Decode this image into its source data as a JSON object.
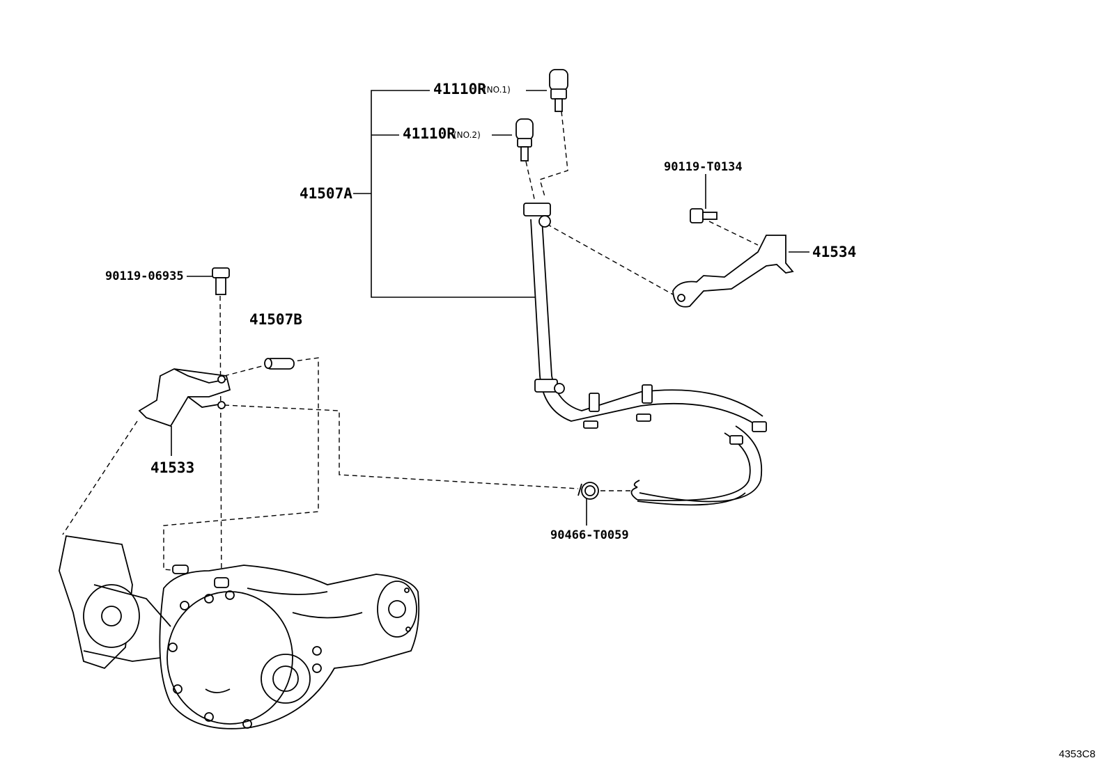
{
  "labels": {
    "p41110r_no1": "41110R",
    "p41110r_no1_note": "(NO.1)",
    "p41110r_no2": "41110R",
    "p41110r_no2_note": "(NO.2)",
    "p41507a": "41507A",
    "p90119_t0134": "90119-T0134",
    "p41534": "41534",
    "p90119_06935": "90119-06935",
    "p41507b": "41507B",
    "p41533": "41533",
    "p90466_t0059": "90466-T0059"
  },
  "diagram_id": "4353C8"
}
